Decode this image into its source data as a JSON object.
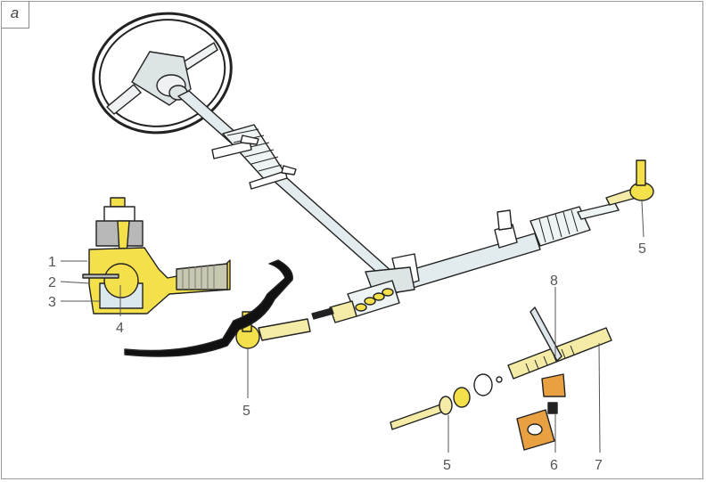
{
  "panel_label": "a",
  "callouts": {
    "c1": "1",
    "c2": "2",
    "c3": "3",
    "c4": "4",
    "c5_right": "5",
    "c5_left": "5",
    "c5_bottom": "5",
    "c6": "6",
    "c7": "7",
    "c8": "8"
  },
  "colors": {
    "yellow": "#f4e04a",
    "pale_yellow": "#f3eba6",
    "steel": "#dde6ea",
    "grey": "#b8b8b8",
    "outline": "#222222",
    "orange": "#e8a040"
  }
}
